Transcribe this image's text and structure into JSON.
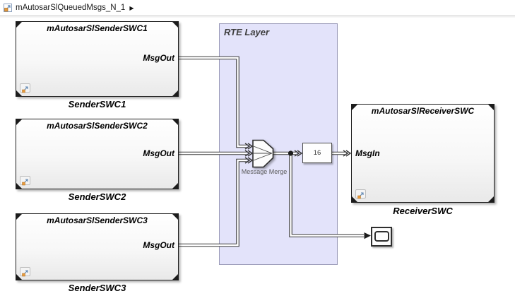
{
  "breadcrumb": {
    "model_name": "mAutosarSlQueuedMsgs_N_1",
    "expand_arrow": "▶",
    "icon": "simulink-model-icon"
  },
  "senders": [
    {
      "title": "mAutosarSlSenderSWC1",
      "port": "MsgOut",
      "label": "SenderSWC1"
    },
    {
      "title": "mAutosarSlSenderSWC2",
      "port": "MsgOut",
      "label": "SenderSWC2"
    },
    {
      "title": "mAutosarSlSenderSWC3",
      "port": "MsgOut",
      "label": "SenderSWC3"
    }
  ],
  "receiver": {
    "title": "mAutosarSlReceiverSWC",
    "port": "MsgIn",
    "label": "ReceiverSWC"
  },
  "rte_layer": {
    "title": "RTE Layer"
  },
  "message_merge": {
    "label": "Message Merge"
  },
  "queue_block": {
    "value": "16"
  },
  "icons": {
    "badge": "model-reference-badge-icon",
    "scope": "scope-icon"
  },
  "colors": {
    "rte_fill": "#e3e3fa",
    "rte_border": "#9a9ab8",
    "wire": "#3c3c3c",
    "block_border": "#1f1f1f",
    "badge_orange": "#e79a3c",
    "badge_blue": "#5b84b1"
  }
}
